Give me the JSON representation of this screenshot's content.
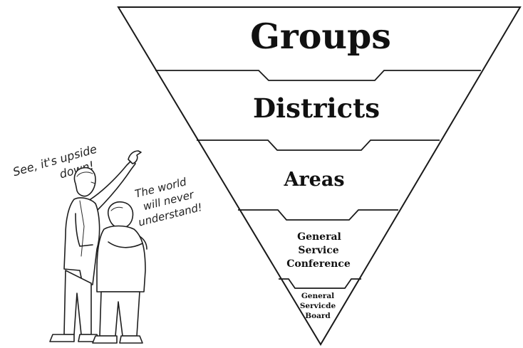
{
  "pyramid": {
    "tiers": [
      {
        "lines": [
          "Groups"
        ]
      },
      {
        "lines": [
          "Districts"
        ]
      },
      {
        "lines": [
          "Areas"
        ]
      },
      {
        "lines": [
          "General",
          "Service",
          "Conference"
        ]
      },
      {
        "lines": [
          "General",
          "Servicde",
          "Board"
        ]
      }
    ]
  },
  "cartoon": {
    "speech_left": [
      "See, it's upside",
      "down!"
    ],
    "speech_right": [
      "The world",
      "will never",
      "understand!"
    ]
  }
}
